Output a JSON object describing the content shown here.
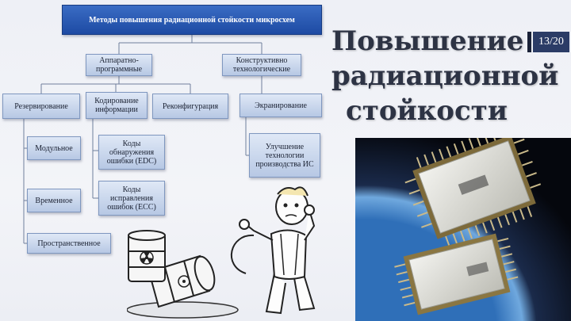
{
  "diagram": {
    "root": "Методы повышения радиационной стойкости микросхем",
    "branches": {
      "hw_sw": "Аппаратно-программные",
      "constructive": "Конструктивно технологические"
    },
    "nodes": {
      "redundancy": "Резервирование",
      "coding": "Кодирование информации",
      "reconfig": "Реконфигурация",
      "shielding": "Экранирование",
      "modular": "Модульное",
      "temporal": "Временное",
      "spatial": "Пространственное",
      "edc": "Коды обнаружения ошибки (EDC)",
      "ecc": "Коды исправления ошибок (ECC)",
      "tech": "Улучшение технологии производства ИС"
    }
  },
  "slide": {
    "title": "Повышение радиационной стойкости",
    "page": "13/20"
  },
  "images": {
    "photo": "microchips-over-earth-photo",
    "cartoon": "worried-cartoon-man-with-radioactive-barrels"
  },
  "colors": {
    "box_fill": "#c9d6ec",
    "box_border": "#7f97bf",
    "root_fill": "#2a5bb8",
    "title_text": "#2d3344"
  }
}
